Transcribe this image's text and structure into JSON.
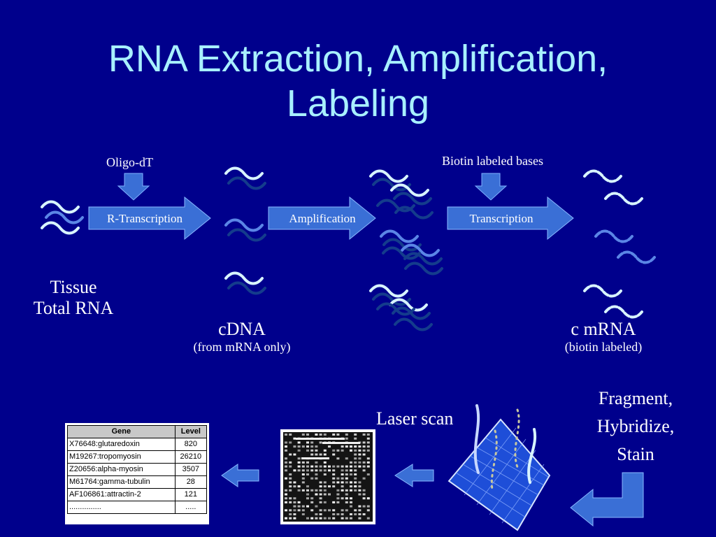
{
  "title": {
    "line1": "RNA Extraction, Amplification,",
    "line2": "Labeling"
  },
  "top_labels": {
    "oligo": "Oligo-dT",
    "biotin": "Biotin labeled bases"
  },
  "arrows": {
    "r_transcription": "R-Transcription",
    "amplification": "Amplification",
    "transcription": "Transcription"
  },
  "stages": {
    "tissue": {
      "line1": "Tissue",
      "line2": "Total RNA"
    },
    "cdna": {
      "title": "cDNA",
      "subtitle": "(from mRNA only)"
    },
    "cmrna": {
      "title": "c mRNA",
      "subtitle": "(biotin labeled)"
    }
  },
  "bottom": {
    "fragment": {
      "line1": "Fragment,",
      "line2": "Hybridize,",
      "line3": "Stain"
    },
    "laser": "Laser scan"
  },
  "table": {
    "headers": [
      "Gene",
      "Level"
    ],
    "rows": [
      [
        "X76648:glutaredoxin",
        "820"
      ],
      [
        "M19267:tropomyosin",
        "26210"
      ],
      [
        "Z20656:alpha-myosin",
        "3507"
      ],
      [
        "M61764:gamma-tubulin",
        "28"
      ],
      [
        "AF106861:attractin-2",
        "121"
      ],
      [
        "...............",
        "....."
      ]
    ]
  },
  "colors": {
    "background": "#00008c",
    "title": "#a8f0ff",
    "arrow_fill": "#3a6fd6",
    "strand_light": "#d8f4ff",
    "strand_mid": "#5b86e6",
    "strand_dark": "#143c8c"
  }
}
